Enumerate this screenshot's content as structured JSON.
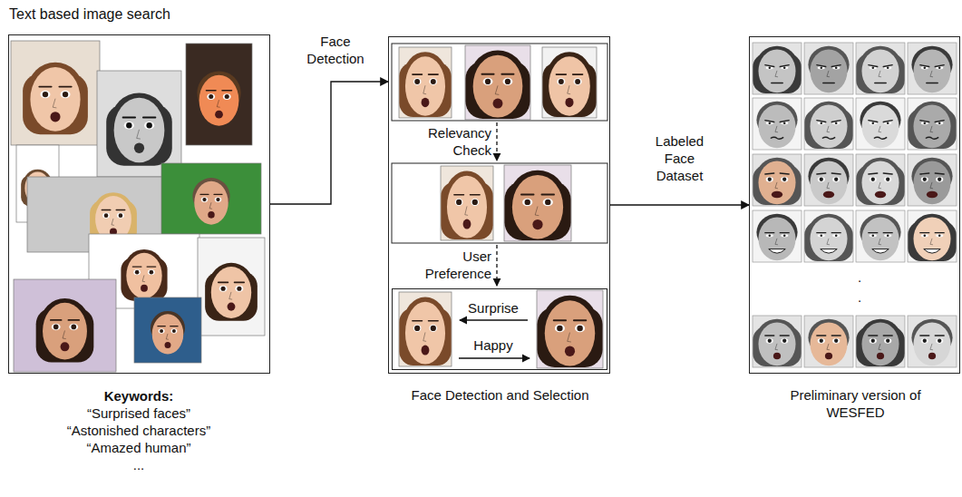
{
  "diagram": {
    "nodes": [
      {
        "text": [
          "Text based image search"
        ]
      },
      {
        "text": [
          "Face Detection and Selection"
        ]
      },
      {
        "text": [
          "Surprise",
          "Happy"
        ],
        "in": 1
      },
      {
        "text": [
          "Preliminary version of WESFED"
        ]
      }
    ],
    "edges": [
      {
        "from": 0,
        "to": 1,
        "arrow": "to",
        "label": "Face Detection"
      },
      {
        "from": 1,
        "to": 3,
        "arrow": "to",
        "label": "Labeled Face Dataset"
      }
    ],
    "labels": [
      "Keywords:",
      "“Surprised faces”",
      "“Astonished characters”",
      "“Amazed human”",
      "...",
      "Relevancy Check",
      "User Preference",
      ".",
      "."
    ]
  }
}
